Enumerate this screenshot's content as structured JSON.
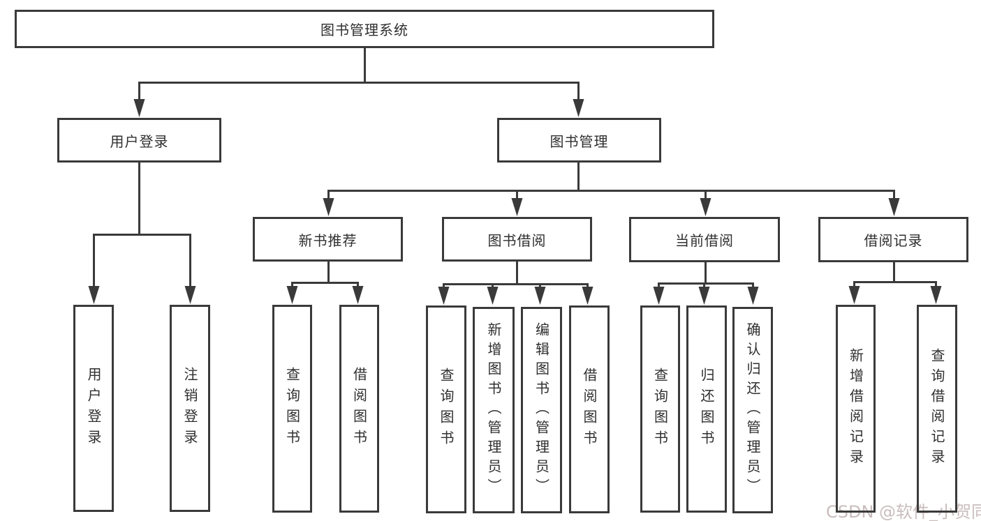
{
  "diagram": {
    "title": "图书管理系统",
    "nodes": {
      "root": "图书管理系统",
      "user_login": "用户登录",
      "book_mgmt": "图书管理",
      "user_login_leaf": "用户登录",
      "logout_leaf": "注销登录",
      "new_book": "新书推荐",
      "book_borrow": "图书借阅",
      "current_borrow": "当前借阅",
      "borrow_record": "借阅记录",
      "nb_query_books": "查询图书",
      "nb_borrow_books": "借阅图书",
      "bb_query_books": "查询图书",
      "bb_add_books": "新增图书（管理员）",
      "bb_edit_books": "编辑图书（管理员）",
      "bb_borrow_books": "借阅图书",
      "cb_query_books": "查询图书",
      "cb_return_books": "归还图书",
      "cb_confirm_return": "确认归还（管理员）",
      "br_add_record": "新增借阅记录",
      "br_query_record": "查询借阅记录"
    },
    "colors": {
      "line": "#3a3a3a",
      "text": "#2f2f2f",
      "background": "#ffffff"
    }
  },
  "watermark": {
    "text": "CSDN @软件_小贺同学",
    "color": "#c9bdbd"
  }
}
